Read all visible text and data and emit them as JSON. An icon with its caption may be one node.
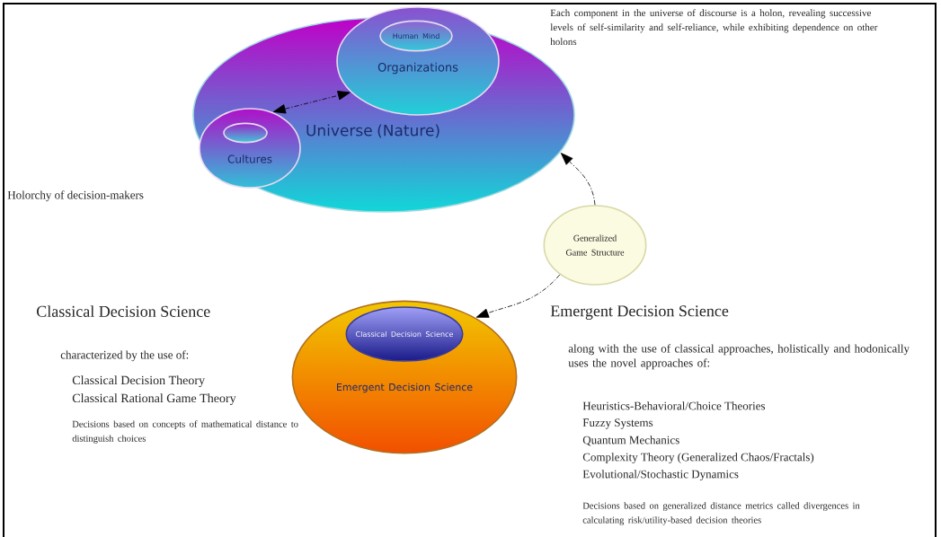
{
  "diagram": {
    "nodes": [
      {
        "text": [
          "Universe (Nature)"
        ]
      },
      {
        "text": [
          "Organizations"
        ],
        "in": 0
      },
      {
        "text": [
          "Human Mind"
        ],
        "in": 1
      },
      {
        "text": [
          "Cultures"
        ],
        "in": 0
      },
      {
        "text": [],
        "shape": "ellipse",
        "in": 3
      },
      {
        "text": [
          "Generalized Game Structure"
        ]
      },
      {
        "text": [
          "Emergent Decision Science"
        ]
      },
      {
        "text": [
          "Classical Decision Science"
        ],
        "in": 6
      }
    ],
    "edges": [
      {
        "from": 3,
        "to": 1,
        "arrow": "both",
        "style": "dashed"
      },
      {
        "from": 5,
        "to": 0,
        "arrow": "to",
        "style": "dashed"
      },
      {
        "from": 5,
        "to": 6,
        "arrow": "to",
        "style": "dashed"
      }
    ],
    "labels": [
      "Each component in the universe of discourse is a holon, revealing successive levels of self-similarity and self-reliance, while exhibiting dependence on other holons",
      "Holorchy of decision-makers",
      "Classical Decision Science",
      "characterized by the use of:",
      "Classical Decision Theory",
      "Classical Rational Game Theory",
      "Decisions based on concepts of mathematical distance to distinguish choices",
      "Emergent Decision Science",
      "along with the use of classical approaches, holistically and hodonically uses the novel approaches of:",
      "Heuristics-Behavioral/Choice Theories",
      "Fuzzy Systems",
      "Quantum Mechanics",
      "Complexity Theory (Generalized Chaos/Fractals)",
      "Evolutional/Stochastic Dynamics",
      "Decisions based on generalized distance metrics called divergences in calculating risk/utility-based decision theories"
    ]
  }
}
